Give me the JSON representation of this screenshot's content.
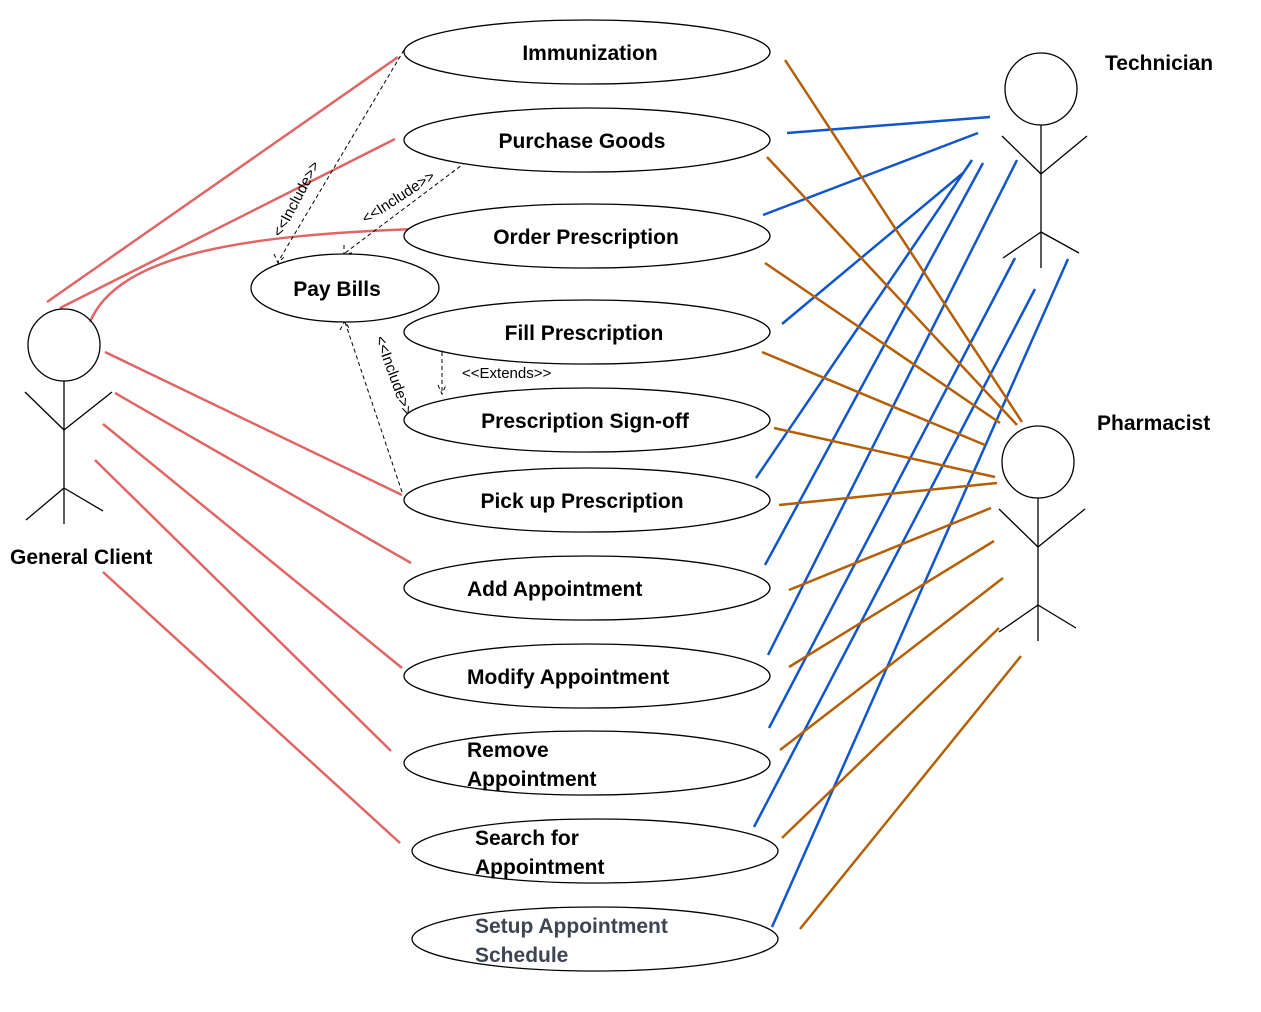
{
  "actors": {
    "client": "General Client",
    "technician": "Technician",
    "pharmacist": "Pharmacist"
  },
  "use_cases": {
    "immunization": "Immunization",
    "purchase_goods": "Purchase Goods",
    "order_prescription": "Order Prescription",
    "pay_bills": "Pay Bills",
    "fill_prescription": "Fill Prescription",
    "signoff": "Prescription Sign-off",
    "pickup": "Pick up Prescription",
    "add_appt": "Add Appointment",
    "modify_appt": "Modify Appointment",
    "remove_appt": [
      "Remove",
      "Appointment"
    ],
    "search_appt": [
      "Search for",
      "Appointment"
    ],
    "setup_schedule": [
      "Setup Appointment",
      "Schedule"
    ]
  },
  "relations": {
    "include": "<<Include>>",
    "extends": "<<Extends>>"
  },
  "colors": {
    "client_lines": "#e06666",
    "technician_lines": "#1155cc",
    "pharmacist_lines": "#b45f06"
  }
}
